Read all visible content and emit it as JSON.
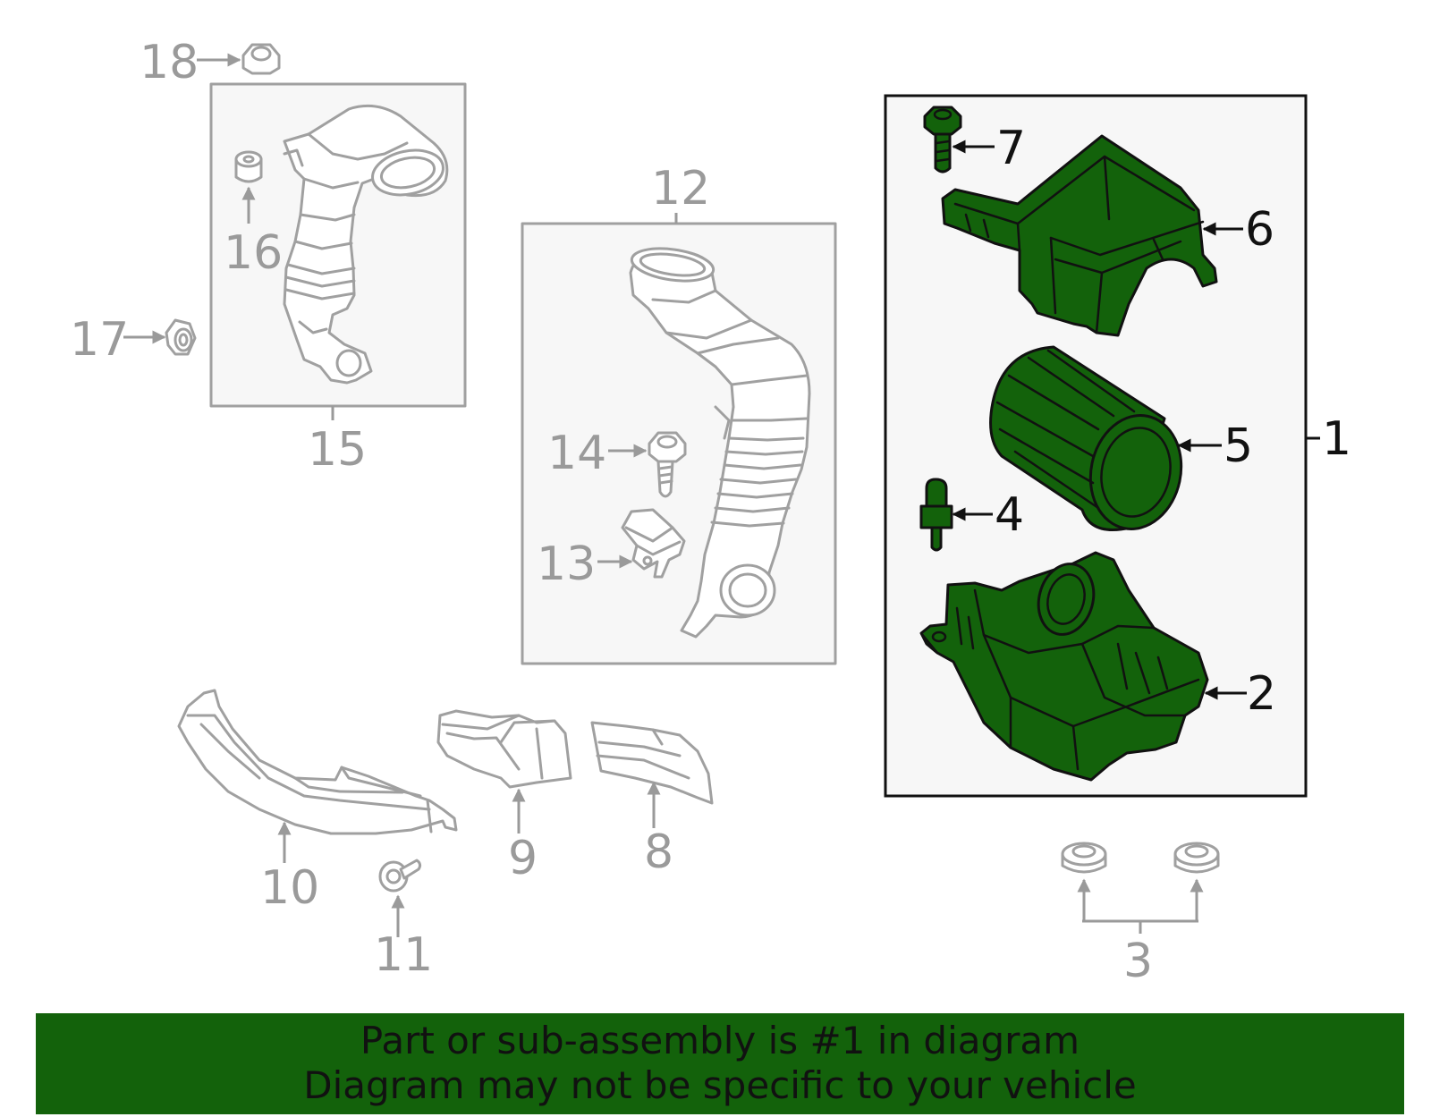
{
  "callouts": {
    "c1": "1",
    "c2": "2",
    "c3": "3",
    "c4": "4",
    "c5": "5",
    "c6": "6",
    "c7": "7",
    "c8": "8",
    "c9": "9",
    "c10": "10",
    "c11": "11",
    "c12": "12",
    "c13": "13",
    "c14": "14",
    "c15": "15",
    "c16": "16",
    "c17": "17",
    "c18": "18"
  },
  "banner": {
    "line1": "Part or sub-assembly is #1 in diagram",
    "line2": "Diagram may not be specific to your vehicle"
  },
  "colors": {
    "highlight": "#13620b",
    "secondary": "#9a9a9a",
    "primary": "#111111"
  }
}
